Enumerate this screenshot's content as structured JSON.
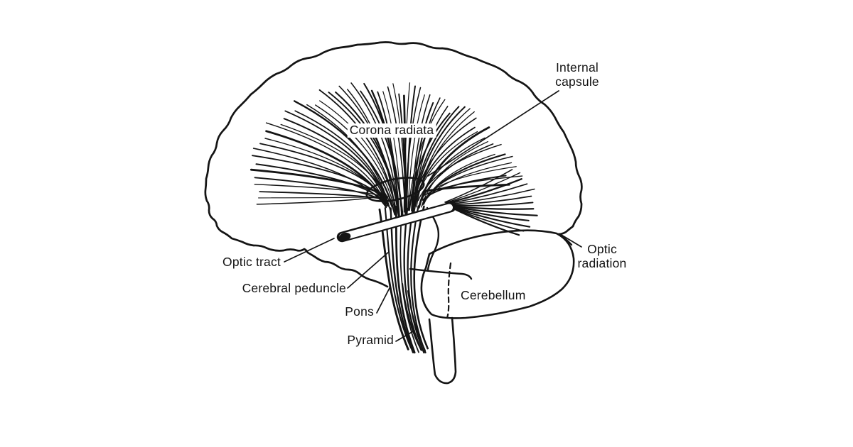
{
  "figure": {
    "type": "anatomical-line-diagram",
    "subject": "Lateral view of the brain showing descending motor / visual pathway structures",
    "background_color": "#ffffff",
    "ink_color": "#141414",
    "labels": {
      "corona_radiata": "Corona radiata",
      "internal_capsule": [
        "Internal",
        "capsule"
      ],
      "optic_tract": "Optic tract",
      "cerebral_peduncle": "Cerebral peduncle",
      "pons": "Pons",
      "pyramid": "Pyramid",
      "cerebellum": "Cerebellum",
      "optic_radiation": [
        "Optic",
        "radiation"
      ]
    }
  }
}
